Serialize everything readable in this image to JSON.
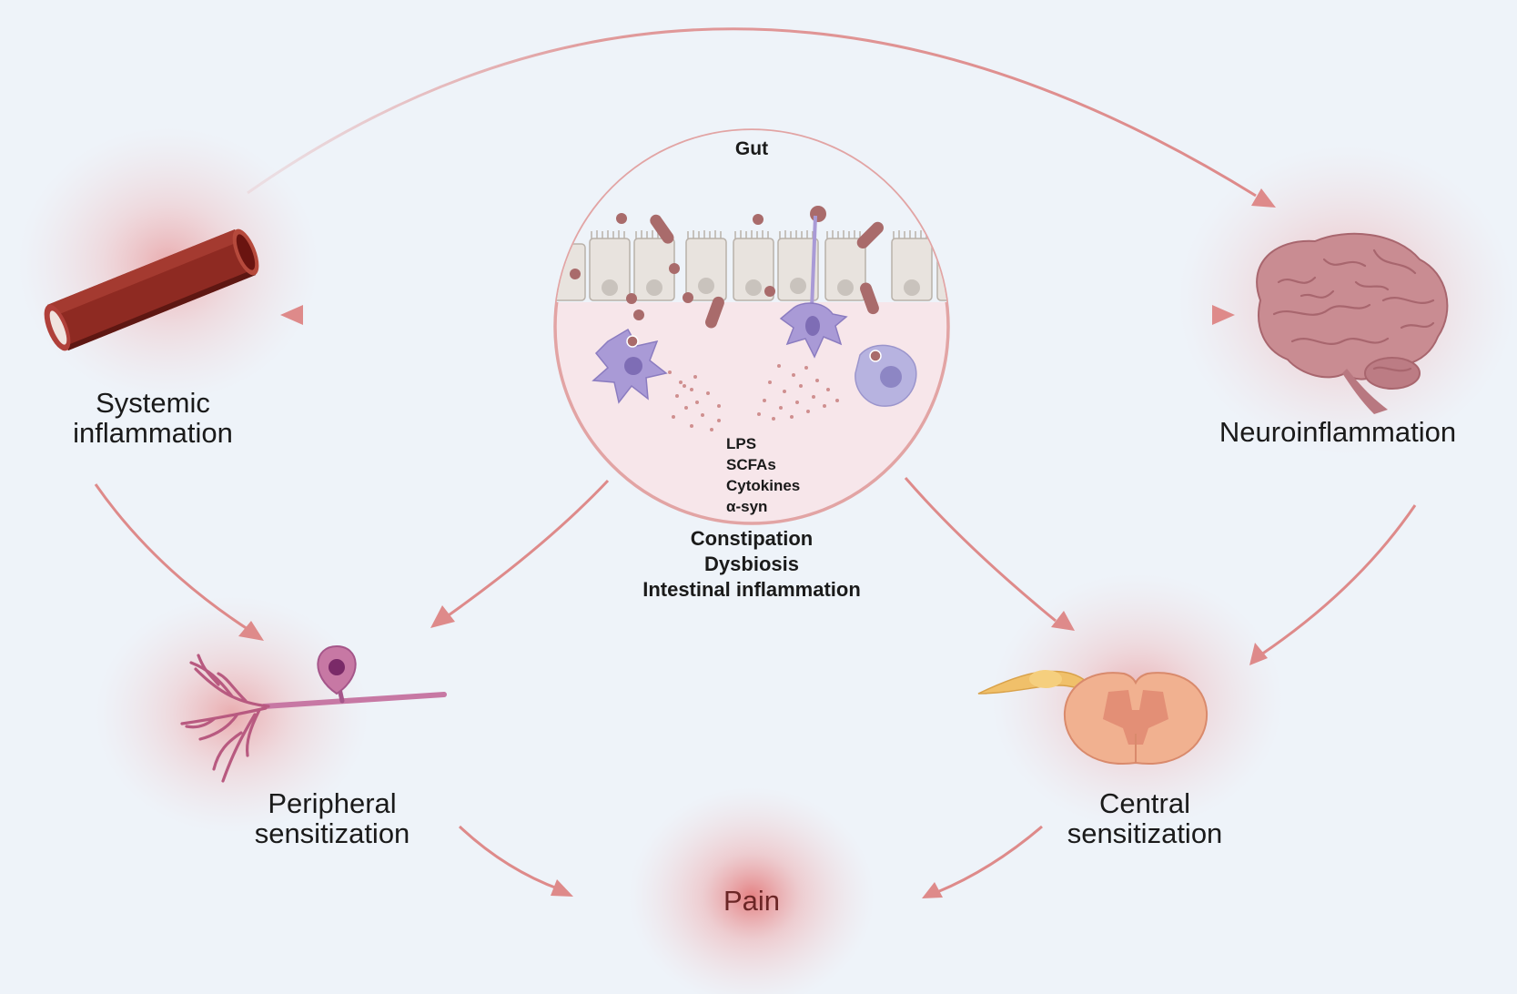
{
  "nodes": {
    "systemic": [
      "Systemic",
      "inflammation"
    ],
    "neuro": "Neuroinflammation",
    "peripheral": [
      "Peripheral",
      "sensitization"
    ],
    "central": [
      "Central",
      "sensitization"
    ],
    "pain": "Pain"
  },
  "gut": {
    "title": "Gut",
    "molecules": [
      "LPS",
      "SCFAs",
      "Cytokines",
      "α-syn"
    ],
    "conditions": [
      "Constipation",
      "Dysbiosis",
      "Intestinal inflammation"
    ]
  },
  "icons": [
    "blood-vessel-icon",
    "brain-icon",
    "sensory-neuron-icon",
    "spinal-cord-icon",
    "intestinal-epithelium-icon",
    "immune-cell-icon"
  ],
  "colors": {
    "background": "#eef3f9",
    "arrow": "#de8a8a",
    "glow": "#e67272",
    "circle_border": "#e2a4a4",
    "circle_fill": "#f7e6ea",
    "vessel": "#8e2a22",
    "cell": "#a99ad6"
  }
}
